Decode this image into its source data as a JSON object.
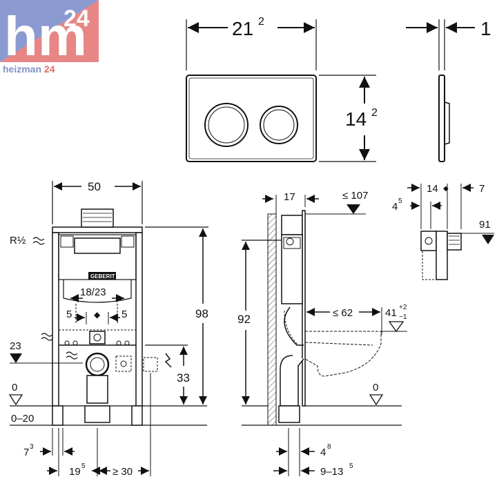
{
  "logo": {
    "brand_word": "heizman",
    "brand_number": "24",
    "mark_text": "hm",
    "mark_number": "24"
  },
  "plate": {
    "width_main": "21",
    "width_sup": "2",
    "height_main": "14",
    "height_sup": "2",
    "depth": "1"
  },
  "front": {
    "width": "50",
    "supply": "R½",
    "height_98": "98",
    "spacing": "18/23",
    "offset_left": "5",
    "offset_right": "5",
    "height_23": "23",
    "height_33": "33",
    "level_0": "0",
    "floor": "0–20",
    "post_main": "7",
    "post_sup": "3",
    "bottom_main": "19",
    "bottom_sup": "5",
    "min_dist": "≥ 30",
    "badge": "GEBERIT"
  },
  "side": {
    "depth_17": "17",
    "max_107": "≤ 107",
    "height_92": "92",
    "max_62": "≤ 62",
    "h41_main": "41",
    "h41_plus": "+2",
    "h41_minus": "−1",
    "level_0": "0",
    "d4_main": "4",
    "d4_sup": "8",
    "range_main": "9–13",
    "range_sup": "5"
  },
  "detail": {
    "w14": "14",
    "w7": "7",
    "w4_main": "4",
    "w4_sup": "5",
    "h91": "91"
  }
}
